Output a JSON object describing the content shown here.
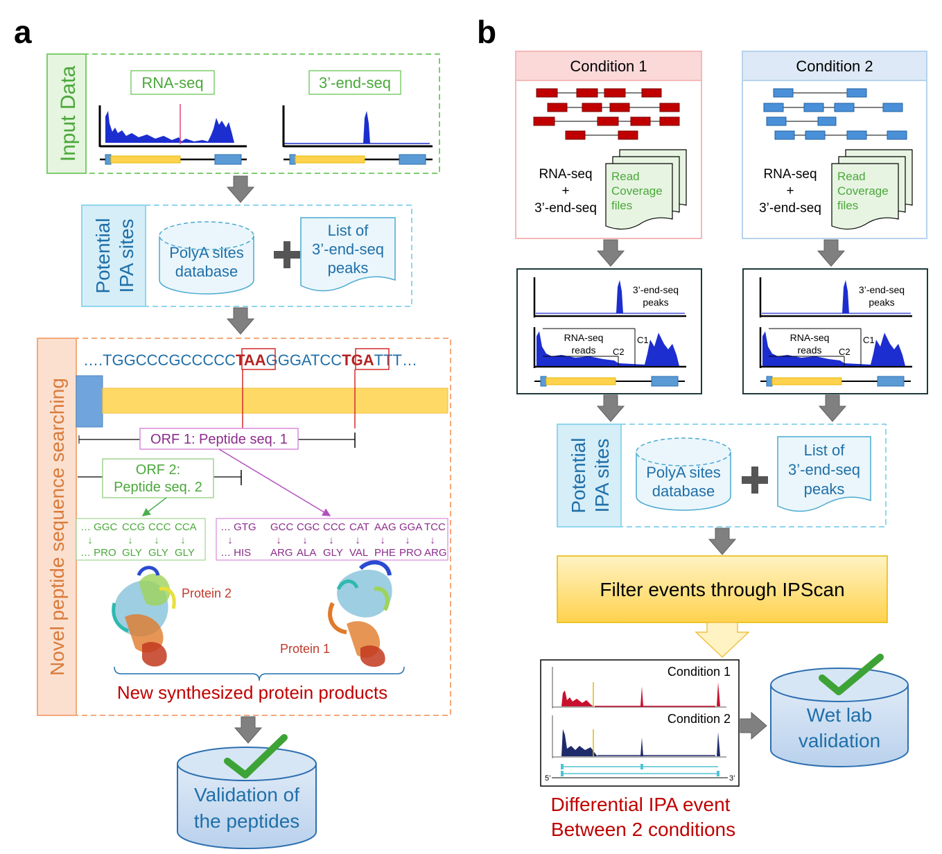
{
  "panel_a": {
    "label": "a",
    "input_data": {
      "title": "Input Data",
      "rnaseq_label": "RNA-seq",
      "endseq_label": "3’-end-seq"
    },
    "potential_ipa": {
      "title_line1": "Potential",
      "title_line2": "IPA sites",
      "db_line1": "PolyA sites",
      "db_line2": "database",
      "list_line1": "List of",
      "list_line2": "3’-end-seq",
      "list_line3": "peaks"
    },
    "novel": {
      "title": "Novel peptide sequence searching",
      "seq_prefix": "….TGGCCCGCCCCC",
      "stop1": "TAA",
      "seq_mid": "GGGATCC",
      "stop2": "TGA",
      "seq_suffix": "TTT…",
      "orf1_label": "ORF 1: Peptide seq. 1",
      "orf2_line1": "ORF 2:",
      "orf2_line2": "Peptide seq. 2",
      "orf2_codons": [
        "… GGC",
        "CCG",
        "CCC",
        "CCA"
      ],
      "orf2_aa": [
        "… PRO",
        "GLY",
        "GLY",
        "GLY"
      ],
      "orf1_codons": [
        "… GTG",
        "GCC",
        "CGC",
        "CCC",
        "CAT",
        "AAG",
        "GGA",
        "TCC"
      ],
      "orf1_aa": [
        "… HIS",
        "ARG",
        "ALA",
        "GLY",
        "VAL",
        "PHE",
        "PRO",
        "ARG"
      ],
      "arrow_glyph": "↓",
      "protein2_label": "Protein 2",
      "protein1_label": "Protein 1",
      "products_label": "New synthesized protein products"
    },
    "validation_line1": "Validation of",
    "validation_line2": "the peptides"
  },
  "panel_b": {
    "label": "b",
    "condition1": "Condition 1",
    "condition2": "Condition 2",
    "rnaseq": "RNA-seq",
    "plus": "+",
    "endseq": "3’-end-seq",
    "coverage_line1": "Read",
    "coverage_line2": "Coverage",
    "coverage_line3": "files",
    "peaks_line1": "3’-end-seq",
    "peaks_line2": "peaks",
    "reads_line1": "RNA-seq",
    "reads_line2": "reads",
    "c1": "C1",
    "c2": "C2",
    "potential_line1": "Potential",
    "potential_line2": "IPA sites",
    "db_line1": "PolyA sites",
    "db_line2": "database",
    "list_line1": "List of",
    "list_line2": "3’-end-seq",
    "list_line3": "peaks",
    "filter_label": "Filter events through IPScan",
    "result_cond1": "Condition 1",
    "result_cond2": "Condition 2",
    "five_prime": "5’",
    "three_prime": "3’",
    "wetlab_line1": "Wet lab",
    "wetlab_line2": "validation",
    "diff_line1": "Differential IPA event",
    "diff_line2": "Between 2 conditions"
  },
  "colors": {
    "green": "#4caf50",
    "blue_text": "#1f6fa8",
    "orange": "#f4a97a",
    "dark_red": "#b22222",
    "purple": "#8b2c8b",
    "yellow": "#ffd966",
    "gray_arrow": "#808080"
  }
}
